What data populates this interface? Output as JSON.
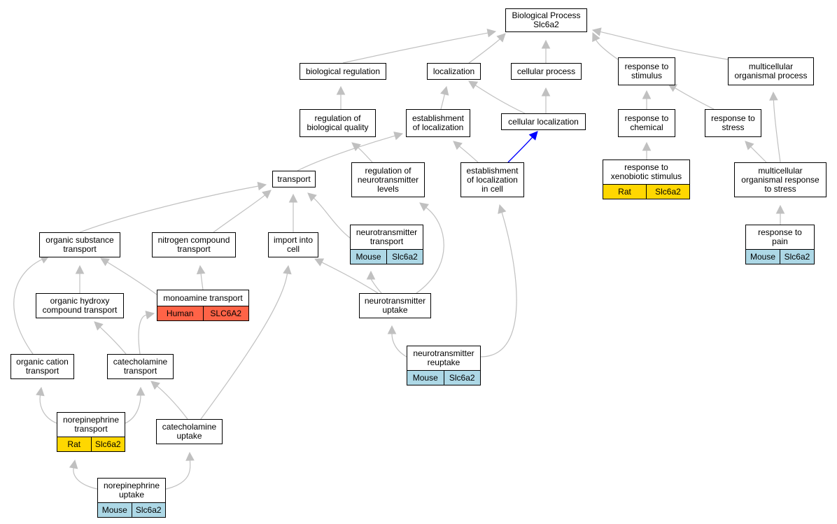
{
  "diagram": {
    "colors": {
      "edge": "#c0c0c0",
      "edge_highlight": "#0000ff",
      "Rat": "#ffd700",
      "Mouse": "#add8e6",
      "Human": "#ff6347"
    },
    "nodes": [
      {
        "id": "bp",
        "label": "Biological Process\nSlc6a2"
      },
      {
        "id": "bioreg",
        "label": "biological regulation"
      },
      {
        "id": "local",
        "label": "localization"
      },
      {
        "id": "cellproc",
        "label": "cellular process"
      },
      {
        "id": "respstim",
        "label": "response to\nstimulus"
      },
      {
        "id": "multiproc",
        "label": "multicellular\norganismal process"
      },
      {
        "id": "regbioq",
        "label": "regulation of\nbiological quality"
      },
      {
        "id": "estloc",
        "label": "establishment\nof localization"
      },
      {
        "id": "cellloc",
        "label": "cellular localization"
      },
      {
        "id": "respchem",
        "label": "response to\nchemical"
      },
      {
        "id": "respstress",
        "label": "response to\nstress"
      },
      {
        "id": "transport",
        "label": "transport"
      },
      {
        "id": "regneuro",
        "label": "regulation of\nneurotransmitter\nlevels"
      },
      {
        "id": "estloccell",
        "label": "establishment\nof localization\nin cell"
      },
      {
        "id": "respxeno",
        "label": "response to\nxenobiotic stimulus",
        "species": "Rat",
        "gene": "Slc6a2"
      },
      {
        "id": "multiresp",
        "label": "multicellular\norganismal response\nto stress"
      },
      {
        "id": "orgsub",
        "label": "organic substance\ntransport"
      },
      {
        "id": "nitro",
        "label": "nitrogen compound\ntransport"
      },
      {
        "id": "importcell",
        "label": "import into\ncell"
      },
      {
        "id": "ntransport",
        "label": "neurotransmitter\ntransport",
        "species": "Mouse",
        "gene": "Slc6a2"
      },
      {
        "id": "resppain",
        "label": "response to\npain",
        "species": "Mouse",
        "gene": "Slc6a2"
      },
      {
        "id": "orghydroxy",
        "label": "organic hydroxy\ncompound transport"
      },
      {
        "id": "monoamine",
        "label": "monoamine transport",
        "species": "Human",
        "gene": "SLC6A2"
      },
      {
        "id": "nuptake",
        "label": "neurotransmitter\nuptake"
      },
      {
        "id": "orgcation",
        "label": "organic cation\ntransport"
      },
      {
        "id": "catetrans",
        "label": "catecholamine\ntransport"
      },
      {
        "id": "nreuptake",
        "label": "neurotransmitter\nreuptake",
        "species": "Mouse",
        "gene": "Slc6a2"
      },
      {
        "id": "norepitrans",
        "label": "norepinephrine\ntransport",
        "species": "Rat",
        "gene": "Slc6a2"
      },
      {
        "id": "cateuptake",
        "label": "catecholamine\nuptake"
      },
      {
        "id": "norepiuptake",
        "label": "norepinephrine\nuptake",
        "species": "Mouse",
        "gene": "Slc6a2"
      }
    ],
    "edges": [
      {
        "from": "bioreg",
        "to": "bp"
      },
      {
        "from": "local",
        "to": "bp"
      },
      {
        "from": "cellproc",
        "to": "bp"
      },
      {
        "from": "respstim",
        "to": "bp"
      },
      {
        "from": "multiproc",
        "to": "bp"
      },
      {
        "from": "regbioq",
        "to": "bioreg"
      },
      {
        "from": "estloc",
        "to": "local"
      },
      {
        "from": "cellloc",
        "to": "local"
      },
      {
        "from": "cellloc",
        "to": "cellproc"
      },
      {
        "from": "respchem",
        "to": "respstim"
      },
      {
        "from": "respstress",
        "to": "respstim"
      },
      {
        "from": "transport",
        "to": "estloc"
      },
      {
        "from": "regneuro",
        "to": "regbioq"
      },
      {
        "from": "estloccell",
        "to": "estloc"
      },
      {
        "from": "estloccell",
        "to": "cellloc",
        "highlight": true
      },
      {
        "from": "respxeno",
        "to": "respchem"
      },
      {
        "from": "multiresp",
        "to": "respstress"
      },
      {
        "from": "multiresp",
        "to": "multiproc"
      },
      {
        "from": "orgsub",
        "to": "transport"
      },
      {
        "from": "nitro",
        "to": "transport"
      },
      {
        "from": "importcell",
        "to": "transport"
      },
      {
        "from": "ntransport",
        "to": "transport"
      },
      {
        "from": "resppain",
        "to": "multiresp"
      },
      {
        "from": "orghydroxy",
        "to": "orgsub"
      },
      {
        "from": "monoamine",
        "to": "orgsub"
      },
      {
        "from": "monoamine",
        "to": "nitro"
      },
      {
        "from": "nuptake",
        "to": "importcell"
      },
      {
        "from": "nuptake",
        "to": "ntransport"
      },
      {
        "from": "nuptake",
        "to": "regneuro"
      },
      {
        "from": "orgcation",
        "to": "orgsub"
      },
      {
        "from": "catetrans",
        "to": "orghydroxy"
      },
      {
        "from": "catetrans",
        "to": "monoamine"
      },
      {
        "from": "nreuptake",
        "to": "nuptake"
      },
      {
        "from": "nreuptake",
        "to": "estloccell"
      },
      {
        "from": "norepitrans",
        "to": "orgcation"
      },
      {
        "from": "norepitrans",
        "to": "catetrans"
      },
      {
        "from": "cateuptake",
        "to": "catetrans"
      },
      {
        "from": "cateuptake",
        "to": "importcell"
      },
      {
        "from": "norepiuptake",
        "to": "norepitrans"
      },
      {
        "from": "norepiuptake",
        "to": "cateuptake"
      }
    ]
  }
}
